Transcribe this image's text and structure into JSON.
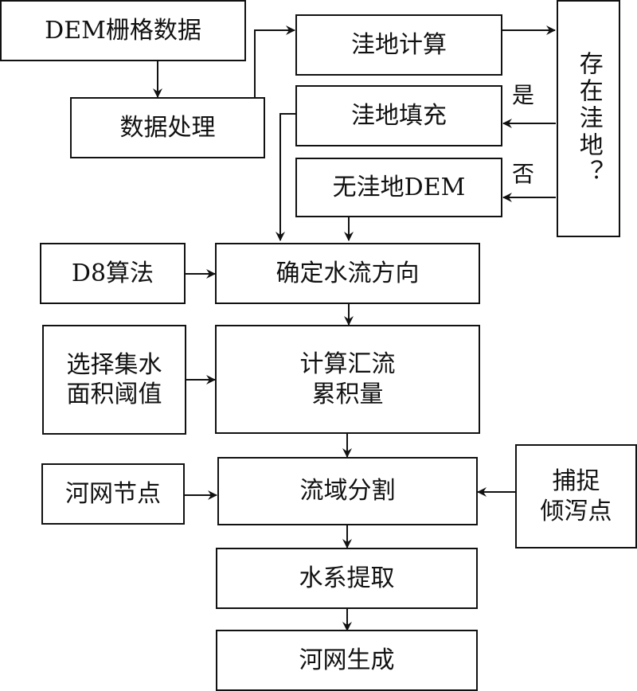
{
  "diagram": {
    "type": "flowchart",
    "nodes": {
      "dem_raster": "DEM栅格数据",
      "data_processing": "数据处理",
      "depression_calc": "洼地计算",
      "depression_fill": "洼地填充",
      "no_depression_dem": "无洼地DEM",
      "has_depression": "存在洼地？",
      "d8": "D8算法",
      "flow_direction": "确定水流方向",
      "threshold": "选择集水\n面积阈值",
      "flow_accumulation": "计算汇流\n累积量",
      "river_nodes": "河网节点",
      "watershed": "流域分割",
      "pour_point": "捕捉\n倾泻点",
      "drainage_extract": "水系提取",
      "river_network": "河网生成"
    },
    "edge_labels": {
      "yes": "是",
      "no": "否"
    },
    "edges": [
      {
        "from": "dem_raster",
        "to": "data_processing"
      },
      {
        "from": "data_processing",
        "to": "depression_calc"
      },
      {
        "from": "depression_calc",
        "to": "has_depression"
      },
      {
        "from": "has_depression",
        "to": "depression_fill",
        "label": "是"
      },
      {
        "from": "has_depression",
        "to": "no_depression_dem",
        "label": "否"
      },
      {
        "from": "depression_fill",
        "to": "flow_direction"
      },
      {
        "from": "no_depression_dem",
        "to": "flow_direction"
      },
      {
        "from": "d8",
        "to": "flow_direction"
      },
      {
        "from": "flow_direction",
        "to": "flow_accumulation"
      },
      {
        "from": "threshold",
        "to": "flow_accumulation"
      },
      {
        "from": "flow_accumulation",
        "to": "watershed"
      },
      {
        "from": "river_nodes",
        "to": "watershed"
      },
      {
        "from": "pour_point",
        "to": "watershed"
      },
      {
        "from": "watershed",
        "to": "drainage_extract"
      },
      {
        "from": "drainage_extract",
        "to": "river_network"
      }
    ]
  }
}
